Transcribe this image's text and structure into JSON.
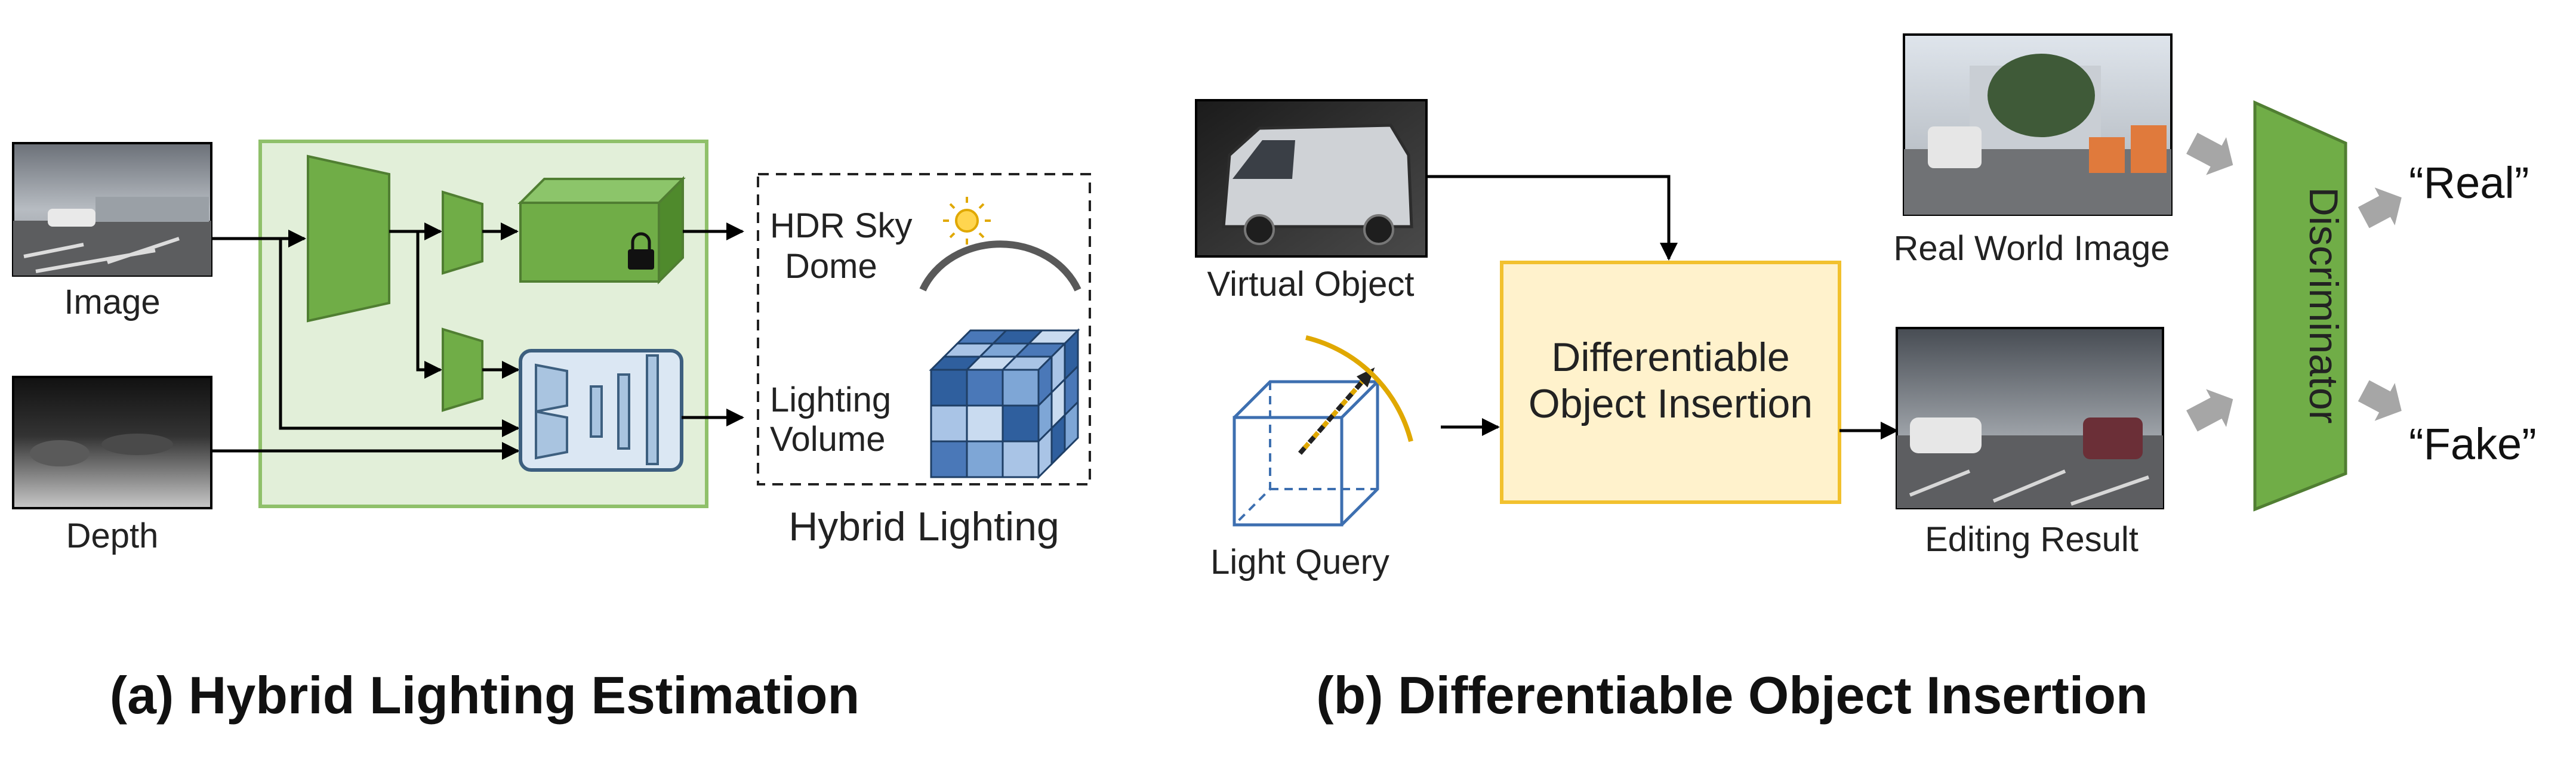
{
  "colors": {
    "green_fill": "#70ad47",
    "green_dark": "#507e32",
    "green_panel": "#e2efd9",
    "green_border": "#8fc06a",
    "blue_fill": "#dbe7f3",
    "blue_dark": "#3d5f7f",
    "yellow_fill": "#fff2cc",
    "yellow_border": "#f2c12e",
    "gray_arrow": "#a6a6a6",
    "arc_gray": "#595959",
    "arc_gold": "#e0a800"
  },
  "panel_a": {
    "inputs": {
      "image_label": "Image",
      "depth_label": "Depth"
    },
    "hybrid": {
      "sky_label_1": "HDR Sky",
      "sky_label_2": "Dome",
      "volume_label_1": "Lighting",
      "volume_label_2": "Volume",
      "title": "Hybrid Lighting"
    },
    "icons": {
      "lock": "lock-icon",
      "sun": "sun-icon"
    },
    "caption": "(a) Hybrid Lighting Estimation"
  },
  "panel_b": {
    "virtual_object_label": "Virtual Object",
    "light_query_label": "Light Query",
    "insertion_line_1": "Differentiable",
    "insertion_line_2": "Object Insertion",
    "real_world_label": "Real World Image",
    "editing_result_label": "Editing Result",
    "discriminator_label": "Discriminator",
    "output_real": "“Real”",
    "output_fake": "“Fake”",
    "caption": "(b) Differentiable Object Insertion"
  }
}
